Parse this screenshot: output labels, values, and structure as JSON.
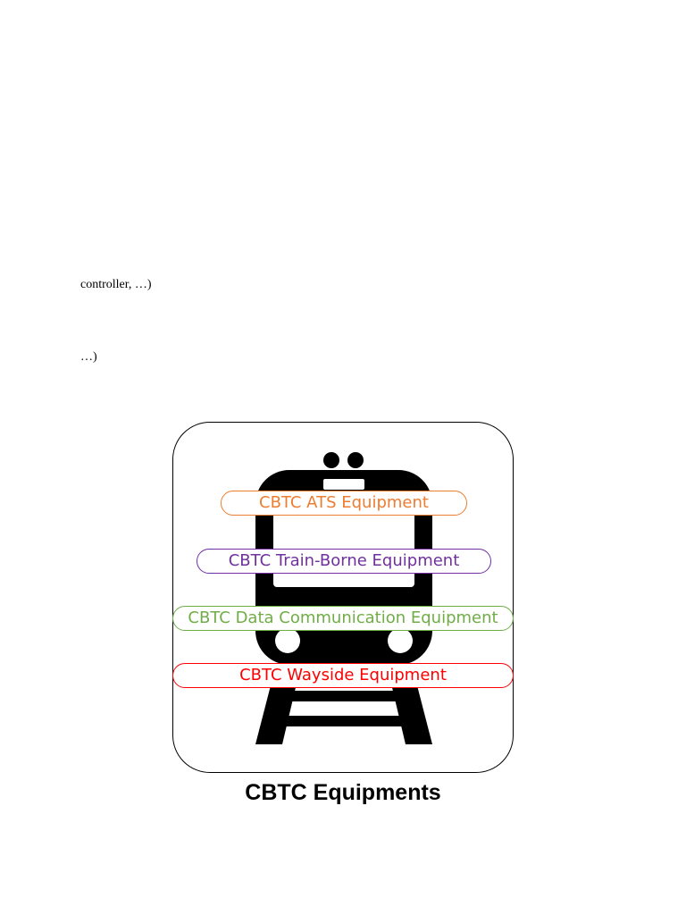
{
  "text_lines": {
    "line1": "controller, …)",
    "line2": "…)"
  },
  "figure": {
    "icon": "train-icon",
    "labels": {
      "ats": "CBTC ATS Equipment",
      "trainborne": "CBTC Train-Borne Equipment",
      "datacomm": "CBTC Data Communication Equipment",
      "wayside": "CBTC Wayside Equipment"
    },
    "colors": {
      "ats": "#ED7D31",
      "trainborne": "#7030A0",
      "datacomm": "#70AD47",
      "wayside": "#FF0000"
    },
    "caption": "CBTC Equipments"
  }
}
